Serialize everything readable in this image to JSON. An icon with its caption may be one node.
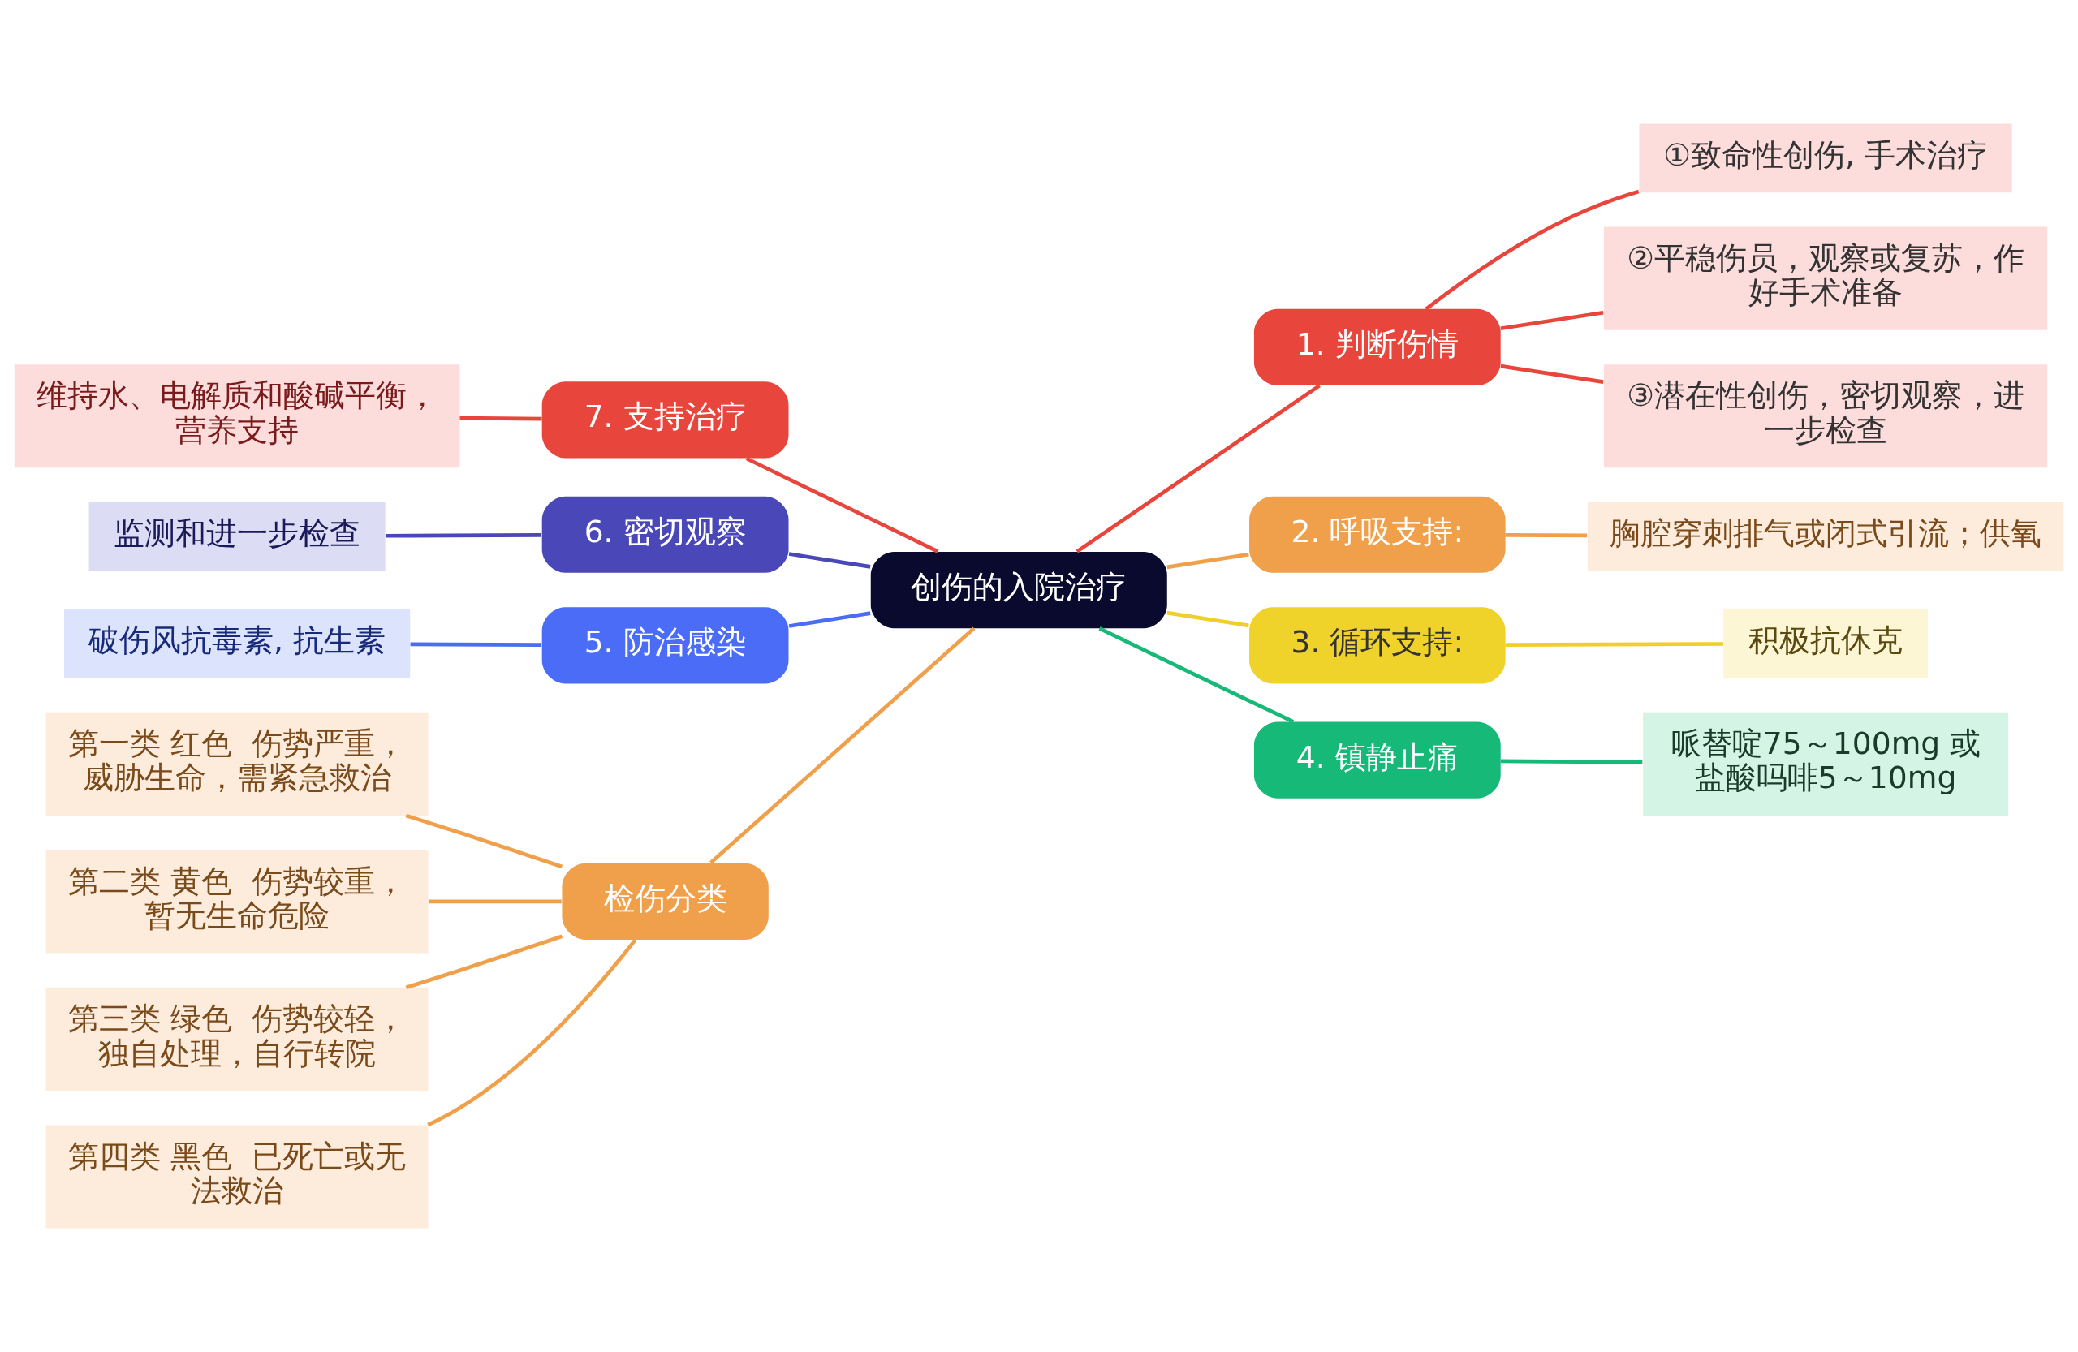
{
  "diagram": {
    "nodes": [
      {
        "text": [
          "创伤的入院治疗"
        ]
      },
      {
        "text": [
          "1. 判断伤情"
        ]
      },
      {
        "text": [
          "①致命性创伤, 手术治疗"
        ]
      },
      {
        "text": [
          "②平稳伤员，观察或复苏，作好手术准备"
        ]
      },
      {
        "text": [
          "③潜在性创伤，密切观察，进一步检查"
        ]
      },
      {
        "text": [
          "2. 呼吸支持:"
        ]
      },
      {
        "text": [
          "胸腔穿刺排气或闭式引流；供氧"
        ]
      },
      {
        "text": [
          "3. 循环支持:"
        ]
      },
      {
        "text": [
          "积极抗休克"
        ]
      },
      {
        "text": [
          "4. 镇静止痛"
        ]
      },
      {
        "text": [
          "哌替啶75～100mg 或盐酸吗啡5～10mg"
        ]
      },
      {
        "text": [
          "7. 支持治疗"
        ]
      },
      {
        "text": [
          "维持水、电解质和酸碱平衡，营养支持"
        ]
      },
      {
        "text": [
          "6. 密切观察"
        ]
      },
      {
        "text": [
          "监测和进一步检查"
        ]
      },
      {
        "text": [
          "5. 防治感染"
        ]
      },
      {
        "text": [
          "破伤风抗毒素, 抗生素"
        ]
      },
      {
        "text": [
          "检伤分类"
        ]
      },
      {
        "text": [
          "第一类 红色  伤势严重，威胁生命，需紧急救治"
        ]
      },
      {
        "text": [
          "第二类 黄色  伤势较重，暂无生命危险"
        ]
      },
      {
        "text": [
          "第三类 绿色  伤势较轻，独自处理，自行转院"
        ]
      },
      {
        "text": [
          "第四类 黑色  已死亡或无法救治"
        ]
      }
    ],
    "edges": [
      {
        "from": 0,
        "to": 1,
        "arrow": "none",
        "color": "#e8453c"
      },
      {
        "from": 1,
        "to": 2,
        "arrow": "none",
        "color": "#e8453c"
      },
      {
        "from": 1,
        "to": 3,
        "arrow": "none",
        "color": "#e8453c"
      },
      {
        "from": 1,
        "to": 4,
        "arrow": "none",
        "color": "#e8453c"
      },
      {
        "from": 0,
        "to": 5,
        "arrow": "none",
        "color": "#f0a04b"
      },
      {
        "from": 5,
        "to": 6,
        "arrow": "none",
        "color": "#f0a04b"
      },
      {
        "from": 0,
        "to": 7,
        "arrow": "none",
        "color": "#efcf2a"
      },
      {
        "from": 7,
        "to": 8,
        "arrow": "none",
        "color": "#efcf2a"
      },
      {
        "from": 0,
        "to": 9,
        "arrow": "none",
        "color": "#17b978"
      },
      {
        "from": 9,
        "to": 10,
        "arrow": "none",
        "color": "#17b978"
      },
      {
        "from": 0,
        "to": 11,
        "arrow": "none",
        "color": "#e8453c"
      },
      {
        "from": 11,
        "to": 12,
        "arrow": "none",
        "color": "#e8453c"
      },
      {
        "from": 0,
        "to": 13,
        "arrow": "none",
        "color": "#4a47b8"
      },
      {
        "from": 13,
        "to": 14,
        "arrow": "none",
        "color": "#4a47b8"
      },
      {
        "from": 0,
        "to": 15,
        "arrow": "none",
        "color": "#4a6cf7"
      },
      {
        "from": 15,
        "to": 16,
        "arrow": "none",
        "color": "#4a6cf7"
      },
      {
        "from": 0,
        "to": 17,
        "arrow": "none",
        "color": "#f0a04b"
      },
      {
        "from": 17,
        "to": 18,
        "arrow": "none",
        "color": "#f0a04b"
      },
      {
        "from": 17,
        "to": 19,
        "arrow": "none",
        "color": "#f0a04b"
      },
      {
        "from": 17,
        "to": 20,
        "arrow": "none",
        "color": "#f0a04b"
      },
      {
        "from": 17,
        "to": 21,
        "arrow": "none",
        "color": "#f0a04b"
      }
    ]
  }
}
